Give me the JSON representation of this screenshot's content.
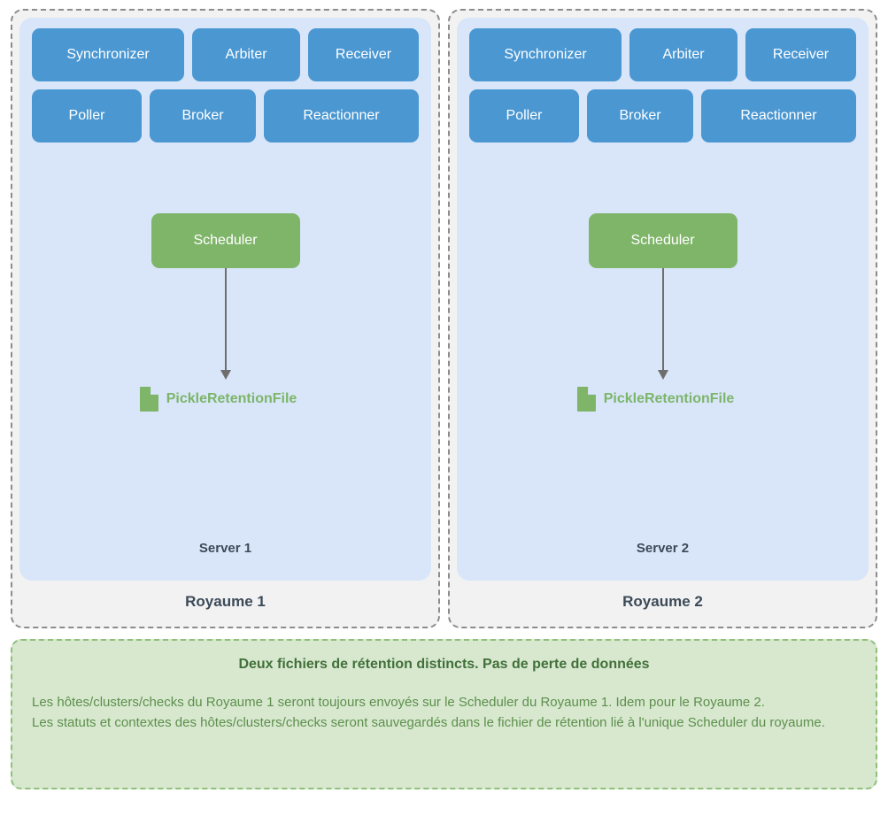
{
  "realms": [
    {
      "label": "Royaume 1",
      "server_label": "Server 1",
      "daemons_row1": [
        "Synchronizer",
        "Arbiter",
        "Receiver"
      ],
      "daemons_row2": [
        "Poller",
        "Broker",
        "Reactionner"
      ],
      "scheduler": "Scheduler",
      "file_label": "PickleRetentionFile"
    },
    {
      "label": "Royaume 2",
      "server_label": "Server 2",
      "daemons_row1": [
        "Synchronizer",
        "Arbiter",
        "Receiver"
      ],
      "daemons_row2": [
        "Poller",
        "Broker",
        "Reactionner"
      ],
      "scheduler": "Scheduler",
      "file_label": "PickleRetentionFile"
    }
  ],
  "note": {
    "title": "Deux fichiers de rétention distincts. Pas de perte de données",
    "line1": "Les hôtes/clusters/checks du Royaume 1 seront toujours envoyés sur le Scheduler du Royaume 1. Idem pour le Royaume 2.",
    "line2": "Les statuts et contextes des hôtes/clusters/checks seront sauvegardés dans le fichier de rétention lié à l'unique Scheduler du royaume."
  },
  "colors": {
    "daemon_blue": "#4a97d2",
    "scheduler_green": "#7fb569",
    "panel_blue": "#d9e6f9",
    "realm_gray": "#f2f2f2",
    "note_green": "#d7e8cf",
    "note_border": "#8fbf7a",
    "arrow_gray": "#6e6e6e",
    "label_dark": "#3c4a58"
  }
}
